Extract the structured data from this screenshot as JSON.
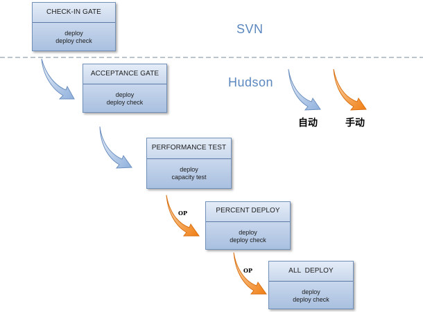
{
  "zones": {
    "top_label": "SVN",
    "middle_label": "Hudson"
  },
  "stages": [
    {
      "title": "CHECK-IN GATE",
      "lines": [
        "deploy",
        "deploy check"
      ]
    },
    {
      "title": "ACCEPTANCE GATE",
      "lines": [
        "deploy",
        "deploy check"
      ]
    },
    {
      "title": "PERFORMANCE TEST",
      "lines": [
        "deploy",
        "capacity test"
      ]
    },
    {
      "title": "PERCENT DEPLOY",
      "lines": [
        "deploy",
        "deploy check"
      ]
    },
    {
      "title": "ALL  DEPLOY",
      "lines": [
        "deploy",
        "deploy check"
      ]
    }
  ],
  "transitions": [
    {
      "kind": "auto",
      "label": ""
    },
    {
      "kind": "auto",
      "label": ""
    },
    {
      "kind": "manual",
      "label": "OP"
    },
    {
      "kind": "manual",
      "label": "OP"
    }
  ],
  "legend": {
    "auto_label": "自动",
    "manual_label": "手动"
  },
  "colors": {
    "auto_arrow": "#9fbbe0",
    "manual_arrow": "#f59a2c",
    "box_border": "#6f8fb8",
    "zone_text": "#5b87bf",
    "divider": "#7a8a9a"
  }
}
